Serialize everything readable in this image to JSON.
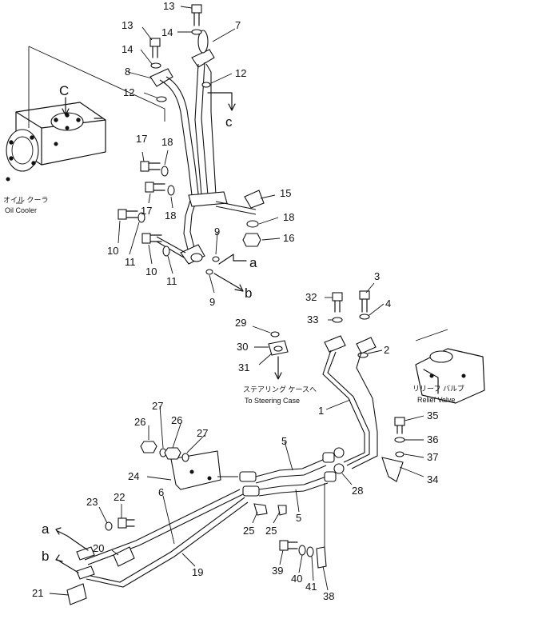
{
  "callouts": {
    "n1": "1",
    "n2": "2",
    "n3": "3",
    "n4": "4",
    "n5a": "5",
    "n5b": "5",
    "n6": "6",
    "n7": "7",
    "n8": "8",
    "n9a": "9",
    "n9b": "9",
    "n10a": "10",
    "n10b": "10",
    "n11a": "11",
    "n11b": "11",
    "n12a": "12",
    "n12b": "12",
    "n13a": "13",
    "n13b": "13",
    "n14a": "14",
    "n14b": "14",
    "n15": "15",
    "n16": "16",
    "n17a": "17",
    "n17b": "17",
    "n18a": "18",
    "n18b": "18",
    "n18c": "18",
    "n19": "19",
    "n20": "20",
    "n21": "21",
    "n22": "22",
    "n23": "23",
    "n24": "24",
    "n25a": "25",
    "n25b": "25",
    "n26a": "26",
    "n26b": "26",
    "n27a": "27",
    "n27b": "27",
    "n28": "28",
    "n29": "29",
    "n30": "30",
    "n31": "31",
    "n32": "32",
    "n33": "33",
    "n34": "34",
    "n35": "35",
    "n36": "36",
    "n37": "37",
    "n38": "38",
    "n39": "39",
    "n40": "40",
    "n41": "41"
  },
  "connection_letters": {
    "c_upper": "C",
    "c_lower": "c",
    "a_upper_right": "a",
    "b_upper_right": "b",
    "a_lower_left": "a",
    "b_lower_left": "b"
  },
  "captions": {
    "oil_cooler_jp": "オイル クーラ",
    "oil_cooler_en": "Oil Cooler",
    "steering_case_jp": "ステアリング ケースへ",
    "steering_case_en": "To Steering Case",
    "relief_valve_jp": "リリーフ バルブ",
    "relief_valve_en": "Relief Valve"
  }
}
